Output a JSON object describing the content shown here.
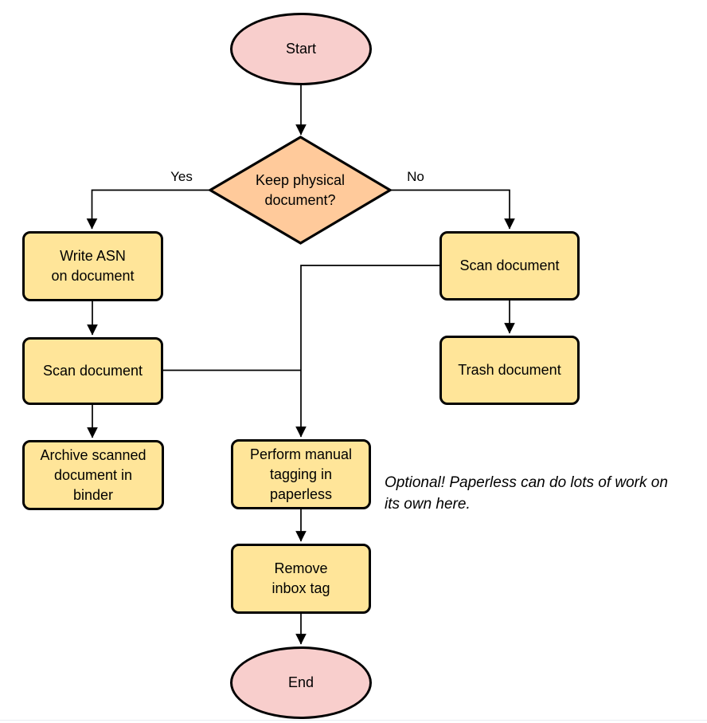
{
  "diagram": {
    "nodes": {
      "start": "Start",
      "decision": "Keep physical\ndocument?",
      "write_asn": "Write ASN\non document",
      "scan_left": "Scan document",
      "archive": "Archive scanned\ndocument in\nbinder",
      "scan_right": "Scan document",
      "trash": "Trash document",
      "tagging": "Perform manual\ntagging in\npaperless",
      "remove_inbox": "Remove\ninbox tag",
      "end": "End"
    },
    "edge_labels": {
      "yes": "Yes",
      "no": "No"
    },
    "note": "Optional! Paperless can do lots of work on\nits own here.",
    "colors": {
      "terminal_fill": "#F8CECC",
      "decision_fill": "#FFCA9B",
      "process_fill": "#FFE599",
      "stroke": "#000000",
      "background": "#FFFFFF"
    }
  }
}
